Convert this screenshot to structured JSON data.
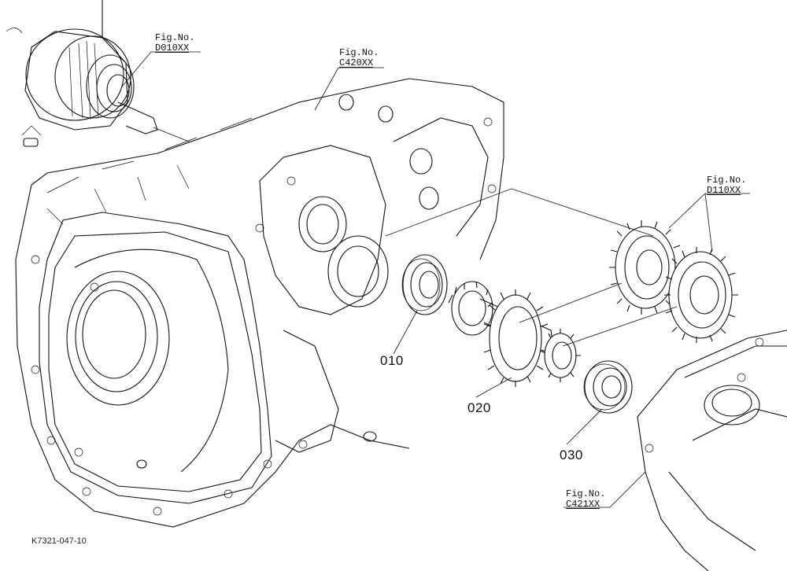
{
  "figure_refs": [
    {
      "id": "d010",
      "prefix": "Fig.No.",
      "code": "D010XX"
    },
    {
      "id": "c420",
      "prefix": "Fig.No.",
      "code": "C420XX"
    },
    {
      "id": "d110",
      "prefix": "Fig.No.",
      "code": "D110XX"
    },
    {
      "id": "c421",
      "prefix": "Fig.No.",
      "code": "C421XX"
    }
  ],
  "parts": [
    {
      "id": "p010",
      "number": "010"
    },
    {
      "id": "p020",
      "number": "020"
    },
    {
      "id": "p030",
      "number": "030"
    }
  ],
  "drawing_code": "K7321-047-10"
}
